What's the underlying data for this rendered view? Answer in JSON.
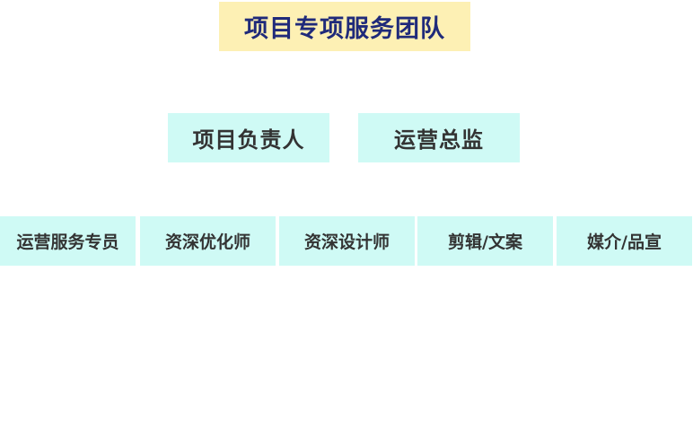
{
  "title": "项目专项服务团队",
  "leaders": [
    {
      "label": "项目负责人"
    },
    {
      "label": "运营总监"
    }
  ],
  "members": [
    {
      "label": "运营服务专员"
    },
    {
      "label": "资深优化师"
    },
    {
      "label": "资深设计师"
    },
    {
      "label": "剪辑/文案"
    },
    {
      "label": "媒介/品宣"
    }
  ],
  "colors": {
    "title_bg": "#fdf0b4",
    "title_text": "#1f2a7a",
    "box_bg": "#cffaf5",
    "box_text": "#333333"
  }
}
